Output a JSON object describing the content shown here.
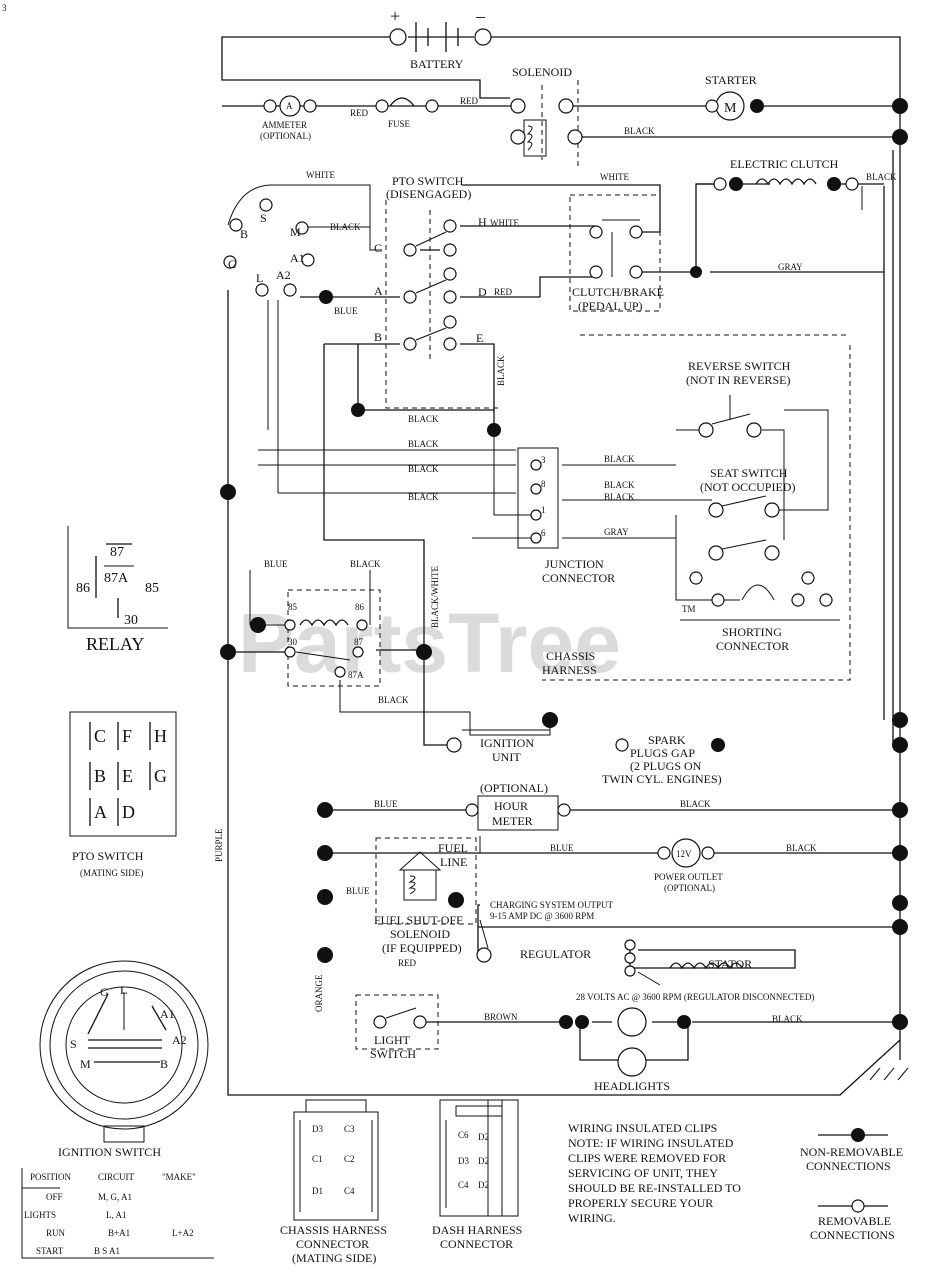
{
  "page_ref": "3",
  "watermark": "PartsTree",
  "watermark_tm": "TM",
  "components": {
    "battery": "BATTERY",
    "battery_plus": "+",
    "battery_minus": "–",
    "solenoid": "SOLENOID",
    "starter": "STARTER",
    "starter_symbol": "M",
    "ammeter": "AMMETER",
    "ammeter_optional": "(OPTIONAL)",
    "ammeter_symbol": "A",
    "fuse": "FUSE",
    "electric_clutch": "ELECTRIC CLUTCH",
    "pto_switch_title": "PTO SWITCH",
    "pto_switch_state": "(DISENGAGED)",
    "clutch_brake": "CLUTCH/BRAKE",
    "clutch_brake_state": "(PEDAL UP)",
    "reverse_switch": "REVERSE SWITCH",
    "reverse_switch_state": "(NOT IN REVERSE)",
    "seat_switch": "SEAT SWITCH",
    "seat_switch_state": "(NOT OCCUPIED)",
    "junction_connector_1": "JUNCTION",
    "junction_connector_2": "CONNECTOR",
    "shorting_connector_1": "SHORTING",
    "shorting_connector_2": "CONNECTOR",
    "chassis_harness_1": "CHASSIS",
    "chassis_harness_2": "HARNESS",
    "ignition_unit_1": "IGNITION",
    "ignition_unit_2": "UNIT",
    "spark_1": "SPARK",
    "spark_2": "PLUGS GAP",
    "spark_3": "(2 PLUGS ON",
    "spark_4": "TWIN CYL. ENGINES)",
    "optional": "(OPTIONAL)",
    "hour_meter_1": "HOUR",
    "hour_meter_2": "METER",
    "fuel_line_1": "FUEL",
    "fuel_line_2": "LINE",
    "power_outlet_1": "POWER OUTLET",
    "power_outlet_2": "(OPTIONAL)",
    "power_outlet_symbol": "12V",
    "charging_1": "CHARGING SYSTEM OUTPUT",
    "charging_2": "9-15 AMP DC @ 3600 RPM",
    "fuel_solenoid_1": "FUEL SHUT-OFF",
    "fuel_solenoid_2": "SOLENOID",
    "fuel_solenoid_3": "(IF EQUIPPED)",
    "regulator": "REGULATOR",
    "stator": "STATOR",
    "stator_note": "28 VOLTS AC @ 3600 RPM (REGULATOR DISCONNECTED)",
    "light_switch_1": "LIGHT",
    "light_switch_2": "SWITCH",
    "headlights": "HEADLIGHTS",
    "relay": "RELAY",
    "pto_mating_1": "PTO SWITCH",
    "pto_mating_2": "(MATING SIDE)",
    "ignition_switch": "IGNITION SWITCH",
    "chassis_conn_1": "CHASSIS HARNESS",
    "chassis_conn_2": "CONNECTOR",
    "chassis_conn_3": "(MATING SIDE)",
    "dash_conn_1": "DASH HARNESS",
    "dash_conn_2": "CONNECTOR"
  },
  "wire_colors": {
    "red": "RED",
    "black": "BLACK",
    "white": "WHITE",
    "blue": "BLUE",
    "gray": "GRAY",
    "brown": "BROWN",
    "orange": "ORANGE",
    "purple": "PURPLE",
    "black_white": "BLACK/WHITE"
  },
  "terminals": {
    "S": "S",
    "B": "B",
    "M": "M",
    "G": "G",
    "L": "L",
    "A1": "A1",
    "A2": "A2",
    "C": "C",
    "H": "H",
    "A": "A",
    "D": "D",
    "E": "E",
    "F": "F",
    "r85": "85",
    "r86": "86",
    "r30": "30",
    "r87": "87",
    "r87A": "87A",
    "j3": "3",
    "j8": "8",
    "j1": "1",
    "j6": "6"
  },
  "relay_symbol": {
    "p87": "87",
    "p87A": "87A",
    "p86": "86",
    "p85": "85",
    "p30": "30"
  },
  "pto_grid": [
    [
      "C",
      "F",
      "H"
    ],
    [
      "B",
      "E",
      "G"
    ],
    [
      "A",
      "D",
      ""
    ]
  ],
  "ign_labels": {
    "G": "G",
    "L": "L",
    "A1": "A1",
    "A2": "A2",
    "S": "S",
    "M": "M",
    "B": "B"
  },
  "ign_table": {
    "headers": [
      "POSITION",
      "CIRCUIT",
      "\"MAKE\""
    ],
    "rows": [
      [
        "OFF",
        "M, G, A1",
        ""
      ],
      [
        "LIGHTS",
        "L, A1",
        ""
      ],
      [
        "RUN",
        "B+A1",
        "L+A2"
      ],
      [
        "START",
        "B S A1",
        ""
      ]
    ]
  },
  "chassis_pins": [
    [
      "D3",
      "C3"
    ],
    [
      "C1",
      "C2"
    ],
    [
      "D1",
      "C4"
    ]
  ],
  "dash_pins": [
    [
      "C6",
      "D2"
    ],
    [
      "D3",
      "D2"
    ],
    [
      "C4",
      "D2"
    ]
  ],
  "note": {
    "line1": "WIRING INSULATED CLIPS",
    "line2": "NOTE: IF WIRING INSULATED",
    "line3": "CLIPS WERE REMOVED FOR",
    "line4": "SERVICING OF UNIT, THEY",
    "line5": "SHOULD BE RE-INSTALLED TO",
    "line6": "PROPERLY SECURE YOUR",
    "line7": "WIRING."
  },
  "legend": {
    "nonremovable_1": "NON-REMOVABLE",
    "nonremovable_2": "CONNECTIONS",
    "removable_1": "REMOVABLE",
    "removable_2": "CONNECTIONS"
  }
}
